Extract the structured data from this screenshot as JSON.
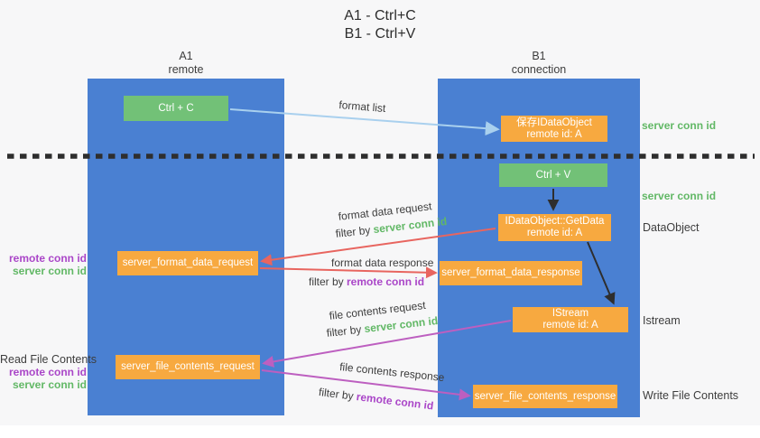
{
  "title": {
    "line1": "A1 - Ctrl+C",
    "line2": "B1 - Ctrl+V"
  },
  "columns": {
    "a": {
      "name": "A1",
      "subtitle": "remote"
    },
    "b": {
      "name": "B1",
      "subtitle": "connection"
    }
  },
  "boxes": {
    "ctrl_c": "Ctrl + C",
    "ctrl_v": "Ctrl + V",
    "save_idataobject": {
      "line1": "保存IDataObject",
      "line2": "remote id: A"
    },
    "getdata": {
      "line1": "IDataObject::GetData",
      "line2": "remote id: A"
    },
    "istream": {
      "line1": "IStream",
      "line2": "remote id: A"
    },
    "format_request": "server_format_data_request",
    "format_response": "server_format_data_response",
    "file_request": "server_file_contents_request",
    "file_response": "server_file_contents_response"
  },
  "labels": {
    "format_list": "format list",
    "format_data_request": "format data request",
    "format_data_response": "format data response",
    "file_contents_request": "file contents request",
    "file_contents_response": "file contents response",
    "filter_by": "filter by ",
    "server_conn_id": "server conn id",
    "remote_conn_id": "remote conn id",
    "read_file_contents": "Read File Contents",
    "write_file_contents": "Write File Contents",
    "data_object": "DataObject",
    "istream_side": "Istream"
  },
  "colors": {
    "lane_blue": "#4a80d2",
    "box_green": "#72c177",
    "box_orange": "#f7a940",
    "arrow_light_blue": "#a9d0ee",
    "arrow_red": "#e8655f",
    "arrow_magenta": "#bd5fc0",
    "arrow_black": "#2e2e2e",
    "text_green": "#62b866",
    "text_purple": "#aa46c8"
  }
}
